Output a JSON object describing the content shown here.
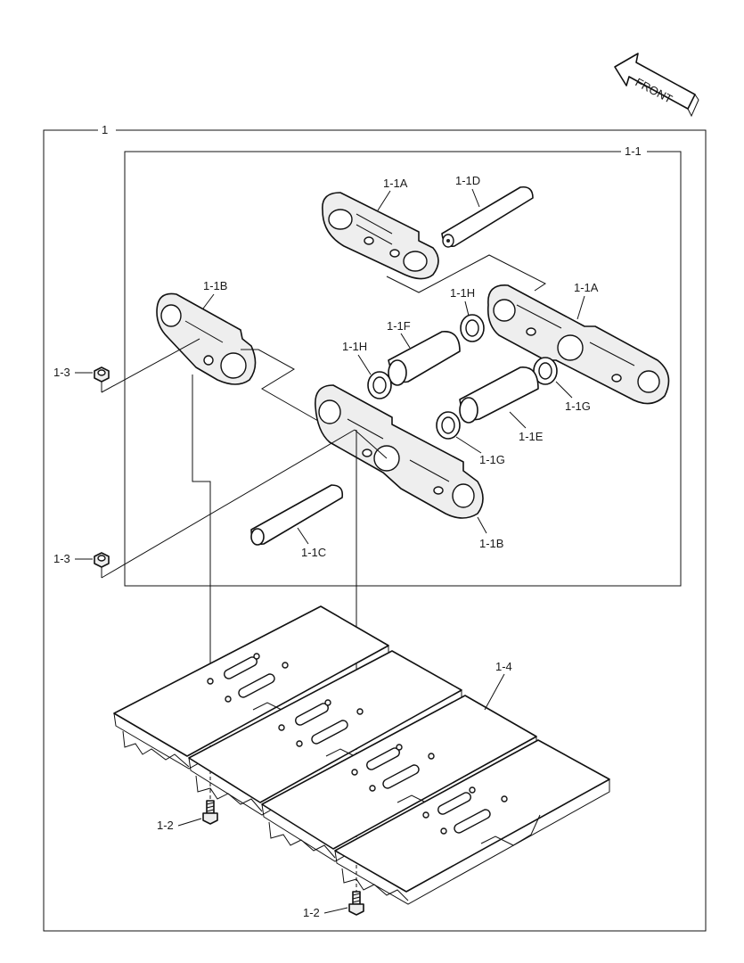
{
  "direction_arrow": {
    "label": "FRONT"
  },
  "frames": {
    "outer": {
      "label": "1"
    },
    "inner": {
      "label": "1-1"
    }
  },
  "callouts": {
    "link_a_top": "1-1A",
    "link_a_right": "1-1A",
    "link_b_left": "1-1B",
    "link_b_bottom": "1-1B",
    "pin_c": "1-1C",
    "pin_d": "1-1D",
    "bushing_e": "1-1E",
    "bushing_f": "1-1F",
    "seal_g_right": "1-1G",
    "seal_g_center": "1-1G",
    "seal_h_left": "1-1H",
    "seal_h_top": "1-1H",
    "bolt_2_upper": "1-2",
    "bolt_2_lower": "1-2",
    "nut_3_upper": "1-3",
    "nut_3_lower": "1-3",
    "shoe_4": "1-4"
  },
  "icons": {
    "arrow": "front-arrow-icon",
    "nut": "hex-nut-icon",
    "bolt": "bolt-icon"
  }
}
